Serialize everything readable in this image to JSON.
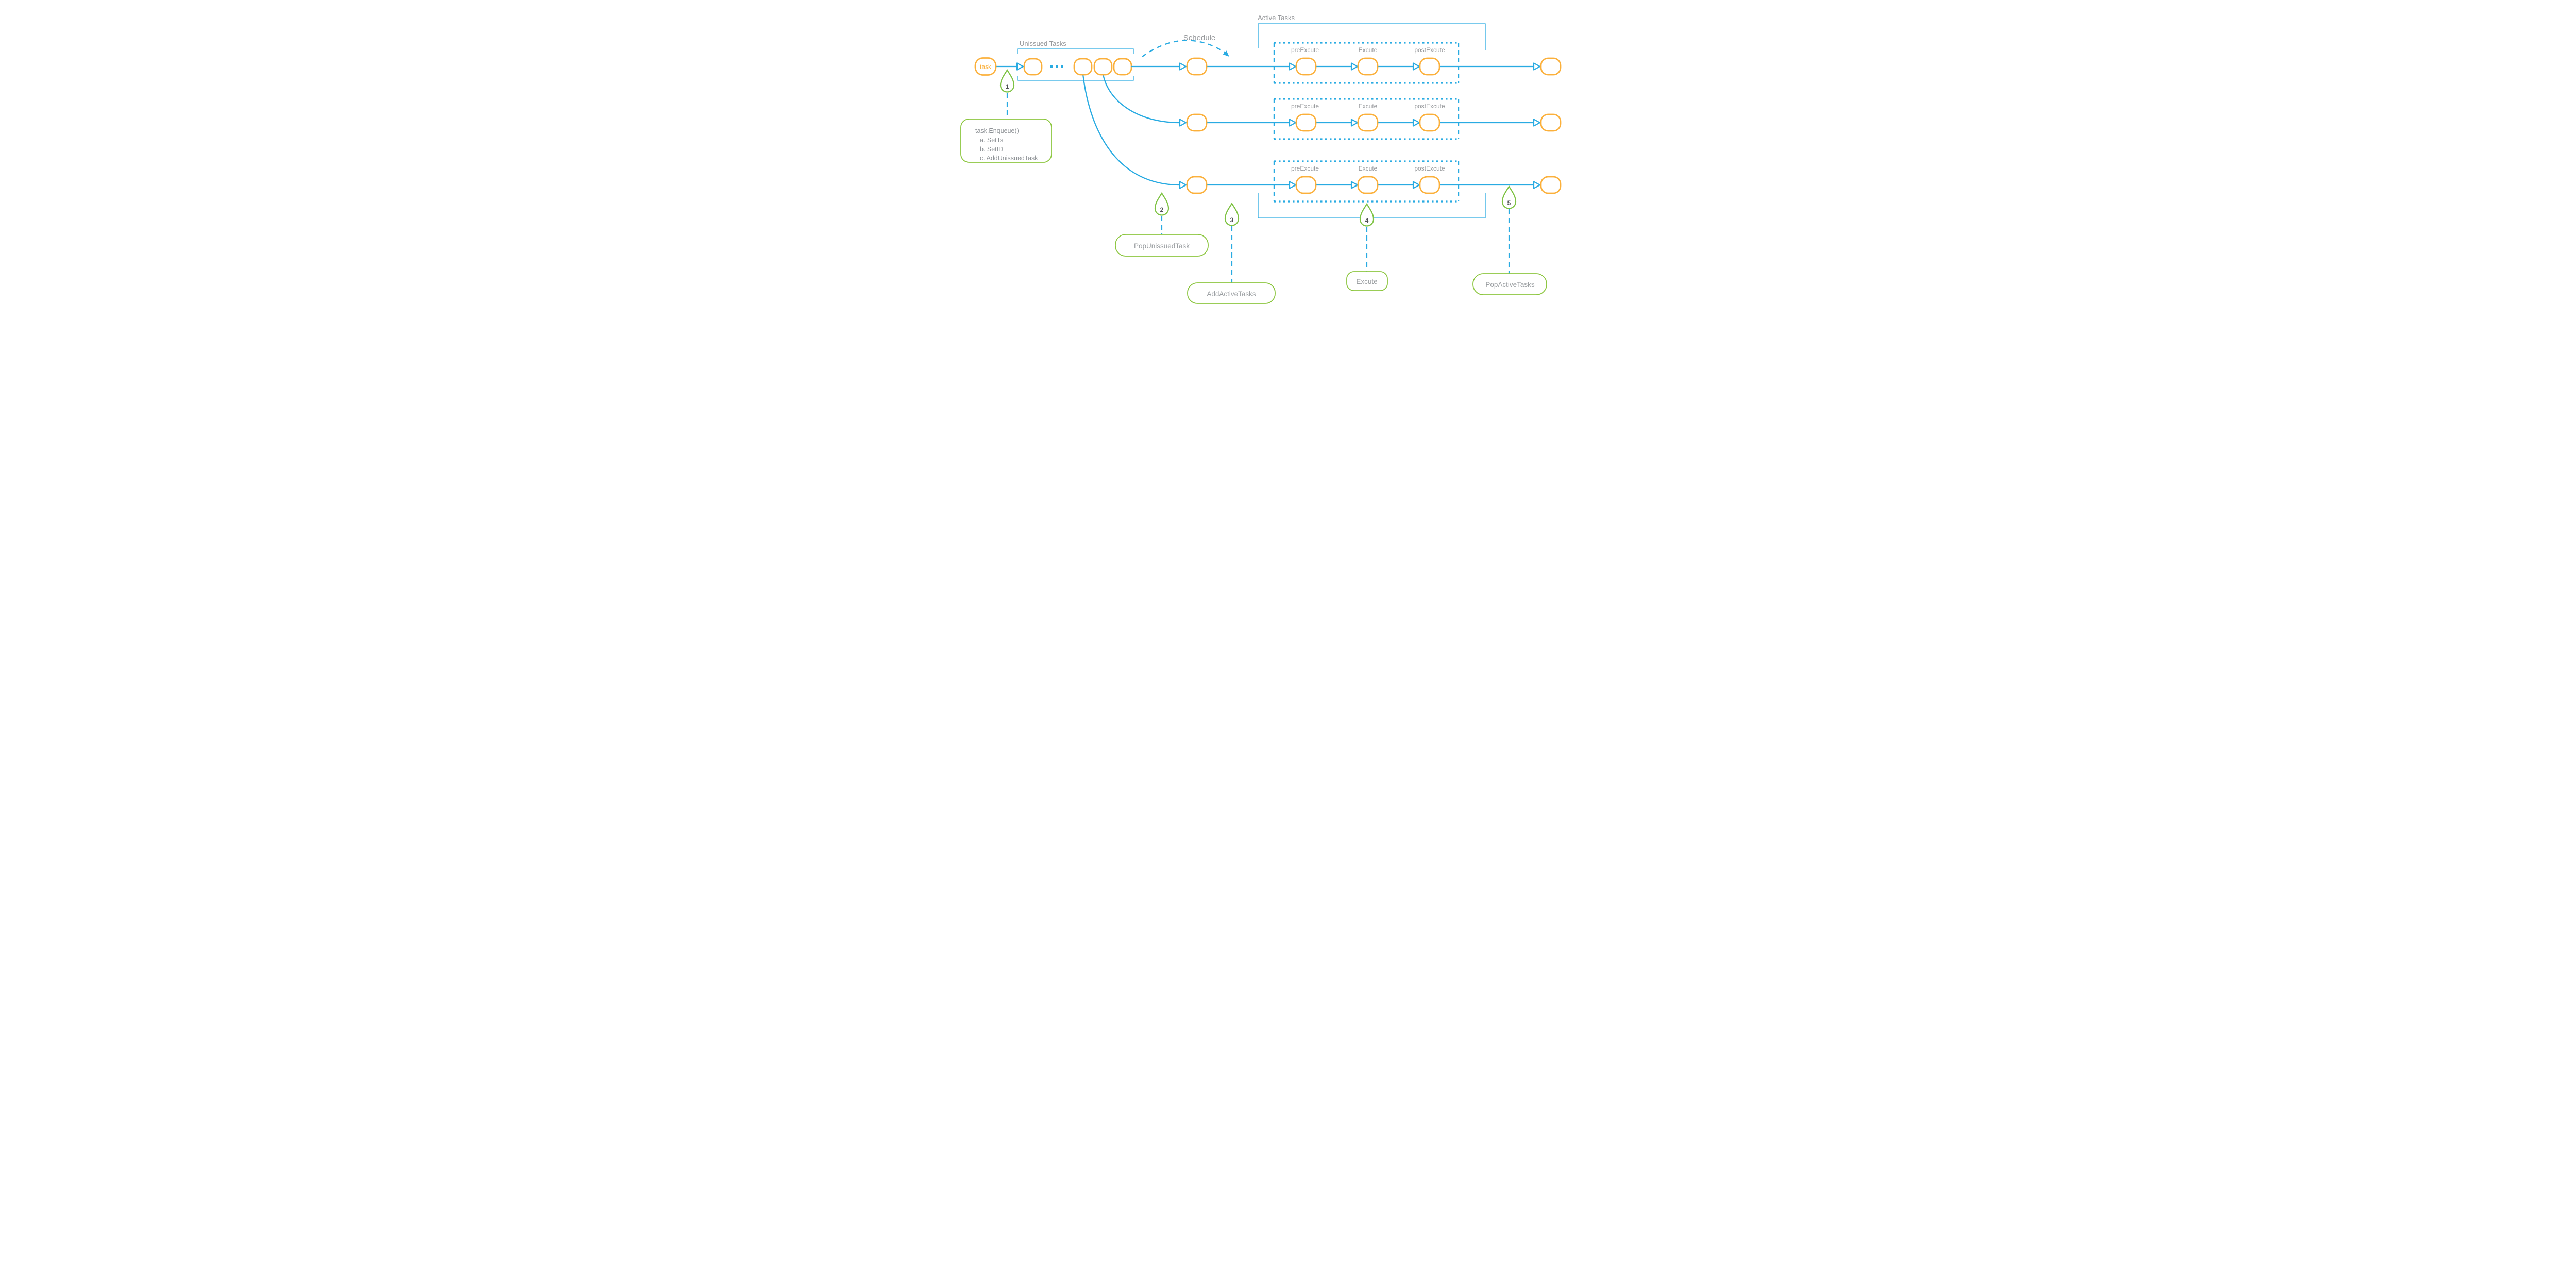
{
  "colors": {
    "blue": "#29ABE2",
    "orange": "#FBB03B",
    "green_box": "#8CC63F",
    "green_pin": "#7DC242",
    "gray_text": "#97999C",
    "dark_number_text": "#4F5153"
  },
  "task_node": {
    "label": "task"
  },
  "unissued_queue": {
    "title": "Unissued Tasks",
    "ellipsis_icon": "three-dots"
  },
  "schedule": {
    "label": "Schedule"
  },
  "active_tasks": {
    "title": "Active Tasks"
  },
  "rows": [
    {
      "pre_label": "preExcute",
      "exec_label": "Excute",
      "post_label": "postExcute"
    },
    {
      "pre_label": "preExcute",
      "exec_label": "Excute",
      "post_label": "postExcute"
    },
    {
      "pre_label": "preExcute",
      "exec_label": "Excute",
      "post_label": "postExcute"
    }
  ],
  "markers": [
    {
      "number": "1",
      "note_lines": [
        "task.Enqueue()",
        "a. SetTs",
        "b. SetID",
        "c. AddUnissuedTask"
      ]
    },
    {
      "number": "2",
      "label": "PopUnissuedTask"
    },
    {
      "number": "3",
      "label": "AddActiveTasks"
    },
    {
      "number": "4",
      "label": "Excute"
    },
    {
      "number": "5",
      "label": "PopActiveTasks"
    }
  ]
}
